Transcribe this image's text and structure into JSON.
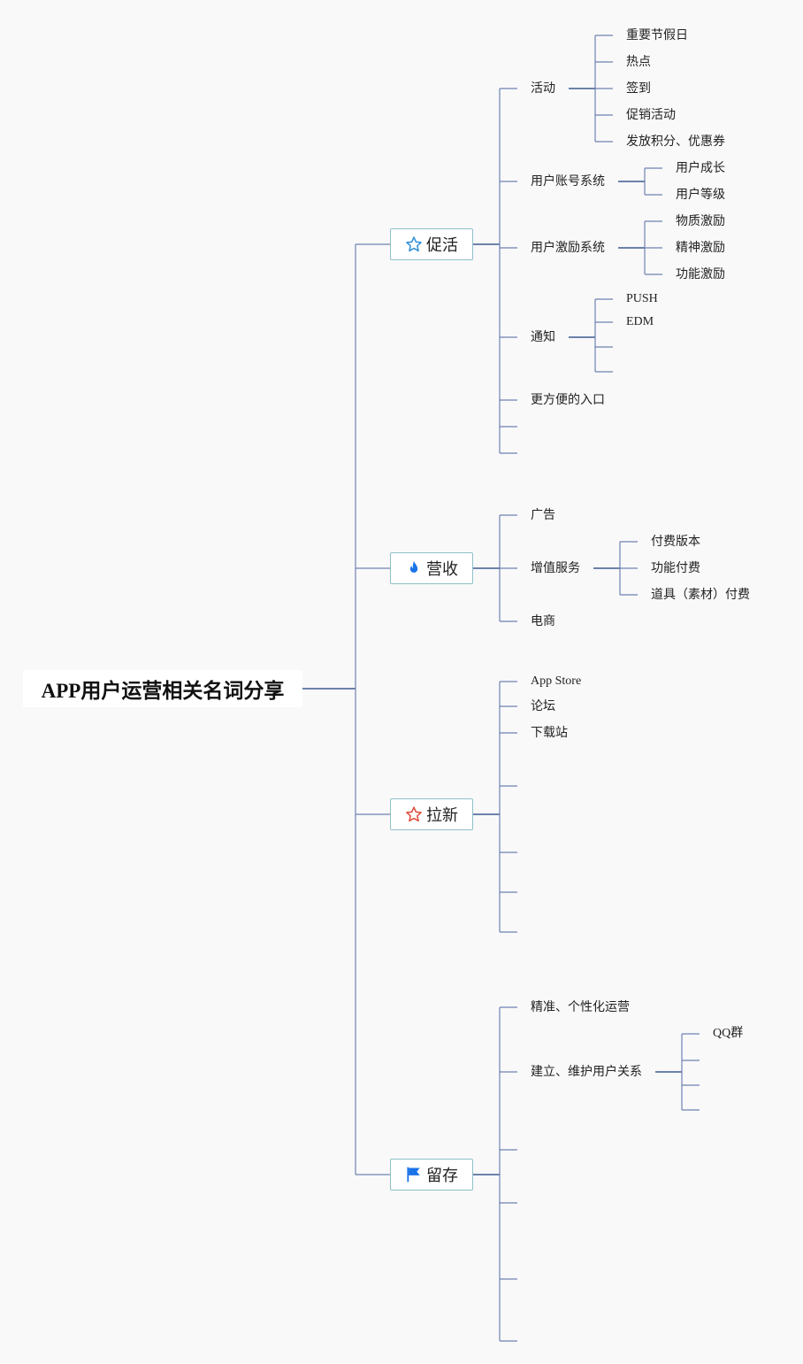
{
  "root": {
    "label": "APP用户运营相关名词分享"
  },
  "branches": [
    {
      "label": "促活",
      "icon": "star-outline-icon",
      "icon_color": "#2d8fd8"
    },
    {
      "label": "营收",
      "icon": "flame-icon",
      "icon_color": "#1a73e8"
    },
    {
      "label": "拉新",
      "icon": "star-outline-icon",
      "icon_color": "#e04a3a"
    },
    {
      "label": "留存",
      "icon": "flag-icon",
      "icon_color": "#1a73e8"
    }
  ],
  "cuhuo": {
    "activity": {
      "label": "活动",
      "children": [
        "重要节假日",
        "热点",
        "签到",
        "促销活动",
        "发放积分、优惠券"
      ]
    },
    "account": {
      "label": "用户账号系统",
      "children": [
        "用户成长",
        "用户等级"
      ]
    },
    "incentive": {
      "label": "用户激励系统",
      "children": [
        "物质激励",
        "精神激励",
        "功能激励"
      ]
    },
    "notify": {
      "label": "通知",
      "children": [
        "PUSH",
        "EDM"
      ]
    },
    "entry": {
      "label": "更方便的入口"
    }
  },
  "yingshou": {
    "ads": {
      "label": "广告"
    },
    "vas": {
      "label": "增值服务",
      "children": [
        "付费版本",
        "功能付费",
        "道具（素材）付费"
      ]
    },
    "ecom": {
      "label": "电商"
    }
  },
  "laxin": {
    "items": [
      "App Store",
      "论坛",
      "下载站"
    ]
  },
  "liucun": {
    "precise": {
      "label": "精准、个性化运营"
    },
    "relation": {
      "label": "建立、维护用户关系",
      "children": [
        "QQ群"
      ]
    }
  },
  "colors": {
    "line": "#6f82b0",
    "line_dark": "#3e5b8e",
    "border": "#8fc0c8"
  }
}
